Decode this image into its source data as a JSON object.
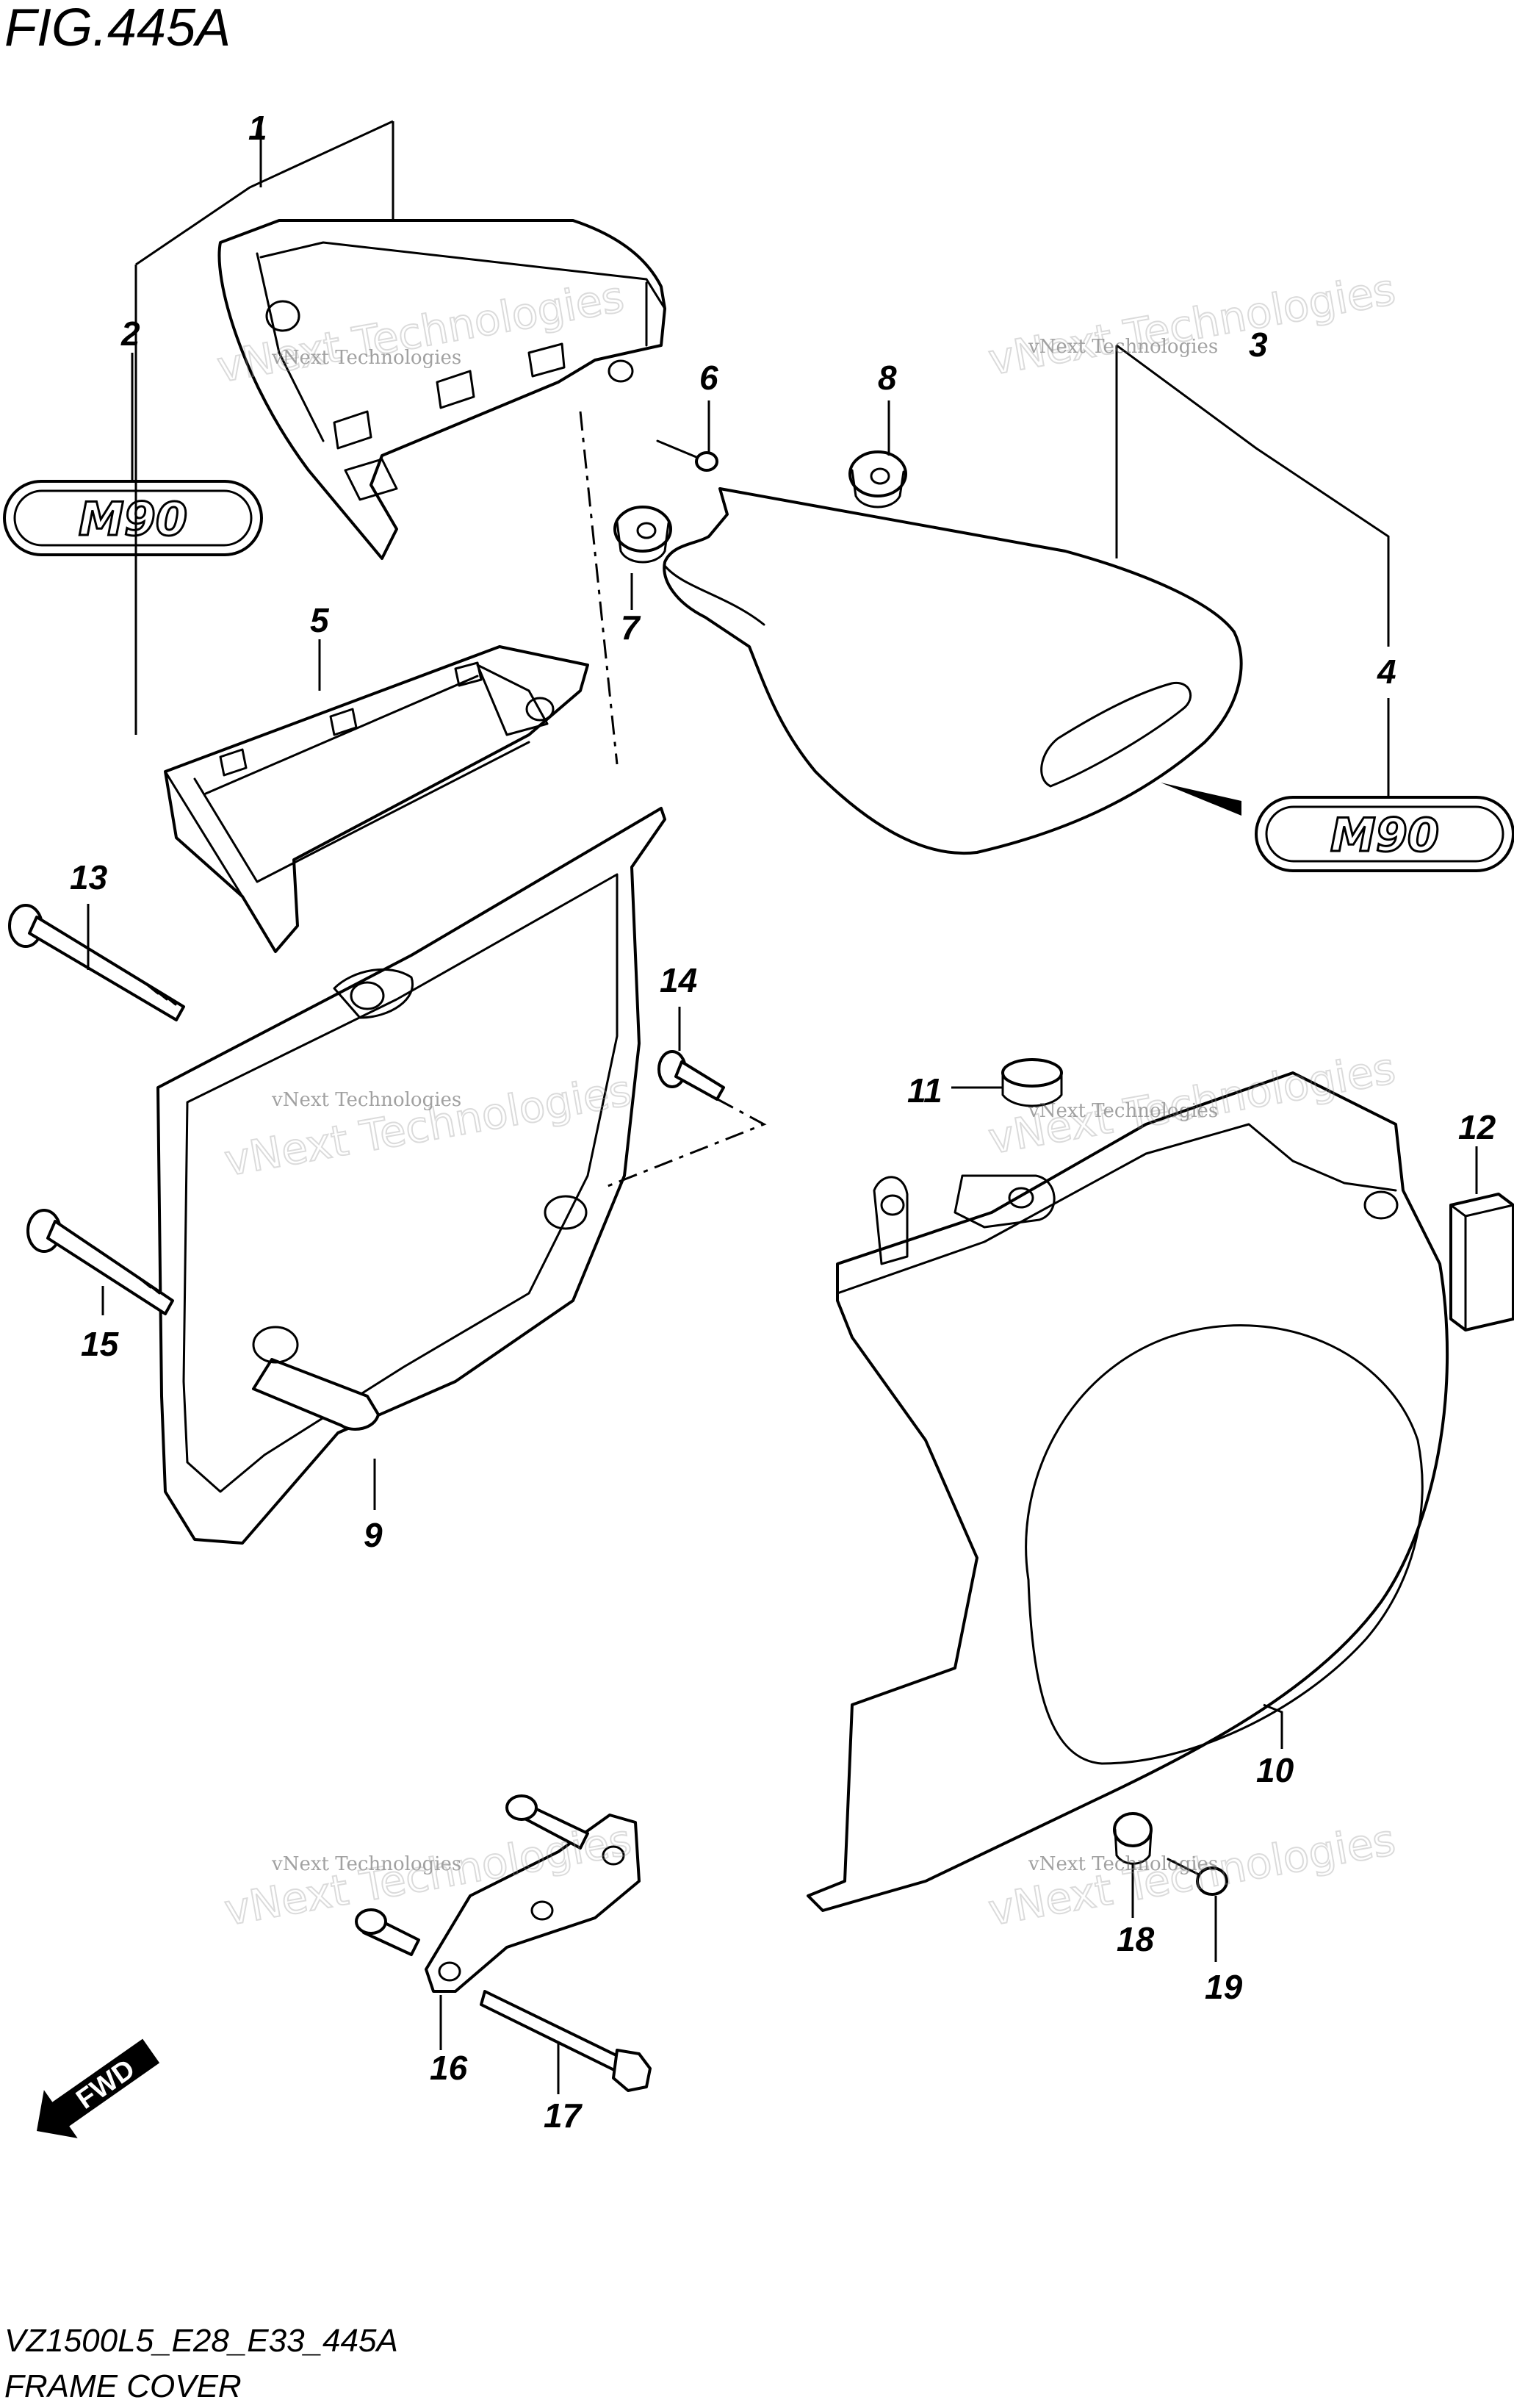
{
  "figure": {
    "title": "FIG.445A",
    "model_code": "VZ1500L5_E28_E33_445A",
    "section_name": "FRAME COVER"
  },
  "watermark": {
    "small_text": "vNext Technologies",
    "large_text": "vNext Technologies"
  },
  "badges": {
    "emblem_text": "M90"
  },
  "direction_marker": {
    "label": "FWD"
  },
  "callouts": [
    {
      "id": "1",
      "label": "1",
      "part": "frame cover, upper right"
    },
    {
      "id": "2",
      "label": "2",
      "part": "emblem"
    },
    {
      "id": "3",
      "label": "3",
      "part": "frame cover, left"
    },
    {
      "id": "4",
      "label": "4",
      "part": "emblem"
    },
    {
      "id": "5",
      "label": "5",
      "part": "bracket"
    },
    {
      "id": "6",
      "label": "6",
      "part": "screw"
    },
    {
      "id": "7",
      "label": "7",
      "part": "cushion"
    },
    {
      "id": "8",
      "label": "8",
      "part": "cushion"
    },
    {
      "id": "9",
      "label": "9",
      "part": "cover, lower right"
    },
    {
      "id": "10",
      "label": "10",
      "part": "cover, lower left"
    },
    {
      "id": "11",
      "label": "11",
      "part": "cushion"
    },
    {
      "id": "12",
      "label": "12",
      "part": "pad"
    },
    {
      "id": "13",
      "label": "13",
      "part": "bolt"
    },
    {
      "id": "14",
      "label": "14",
      "part": "bolt"
    },
    {
      "id": "15",
      "label": "15",
      "part": "bolt"
    },
    {
      "id": "16",
      "label": "16",
      "part": "bracket"
    },
    {
      "id": "17",
      "label": "17",
      "part": "bolt"
    },
    {
      "id": "18",
      "label": "18",
      "part": "cushion"
    },
    {
      "id": "19",
      "label": "19",
      "part": "screw"
    }
  ]
}
